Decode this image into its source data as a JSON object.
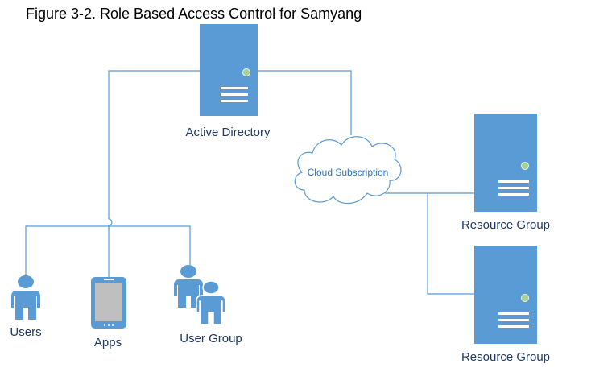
{
  "title": "Figure 3-2. Role Based Access Control for Samyang",
  "colors": {
    "server_fill": "#5b9bd5",
    "server_led": "#a9d18e",
    "line": "#5b9bd5",
    "label_text": "#1f3864",
    "cloud_text": "#2e75b6"
  },
  "nodes": {
    "active_directory": {
      "label": "Active Directory",
      "icon": "server-icon"
    },
    "cloud": {
      "label": "Cloud Subscription",
      "icon": "cloud-icon"
    },
    "resource_group_1": {
      "label": "Resource Group",
      "icon": "server-icon"
    },
    "resource_group_2": {
      "label": "Resource Group",
      "icon": "server-icon"
    },
    "users": {
      "label": "Users",
      "icon": "person-icon"
    },
    "apps": {
      "label": "Apps",
      "icon": "tablet-icon"
    },
    "user_group": {
      "label": "User Group",
      "icon": "people-icon"
    }
  }
}
